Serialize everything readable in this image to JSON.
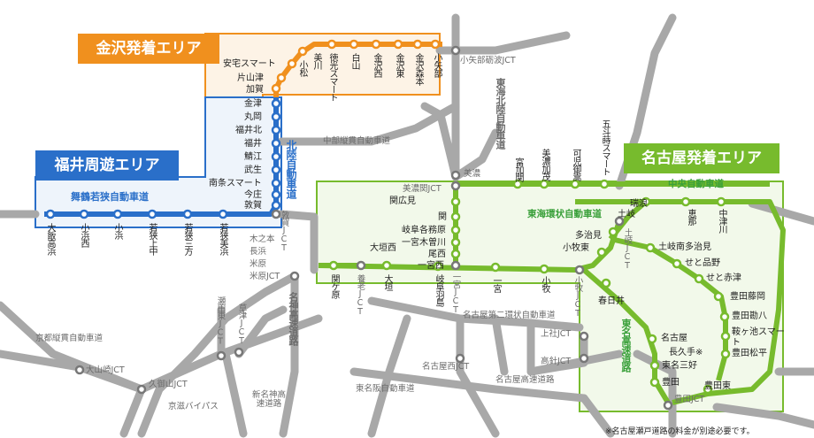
{
  "colors": {
    "orange": "#f0901e",
    "blue": "#2a6fc9",
    "green": "#77bb2d",
    "gray": "#9b9b9b",
    "orange_bg": "#fdf3e6",
    "blue_bg": "#eef4fb",
    "green_bg": "#f2f9ea"
  },
  "areas": {
    "kanazawa": "金沢発着エリア",
    "fukui": "福井周遊エリア",
    "nagoya": "名古屋発着エリア"
  },
  "roads": {
    "maizuru": "舞鶴若狭自動車道",
    "hokuriku": "北陸自動車道",
    "chubu_jukan": "中部縦貫自動車道",
    "tokai_hokuriku": "東海北陸自動車道",
    "tokai_kanjo": "東海環状自動車道",
    "chuo": "中央自動車道",
    "meishin": "名神高速道路",
    "tomei": "東名高速道路",
    "meinikan": "名古屋第二環状自動車道",
    "tomeihan": "東名阪自動車道",
    "nagoya_kosoku": "名古屋高速道路",
    "kyoto_jukan": "京都縦貫自動車道",
    "shinmeishin": "新名神高速道路",
    "keiryu": "京滋バイパス"
  },
  "stations": {
    "komatsu_jct": "小矢部砺波JCT",
    "oyabe": "小矢部",
    "kanazawa_morimoto": "金沢森本",
    "kanazawa_higashi": "金沢東",
    "kanazawa_nishi": "金沢西",
    "hakusan": "白山",
    "tokumitsu": "徳光スマート",
    "mikawa": "美川",
    "komatsu": "小松",
    "ankyo": "安宅スマート",
    "katayamazu": "片山津",
    "kaga": "加賀",
    "kanazu": "金津",
    "maruoka": "丸岡",
    "fukui_kita": "福井北",
    "fukui": "福井",
    "sabae": "鯖江",
    "takefu": "武生",
    "nanjo": "南条スマート",
    "imajo": "今庄",
    "tsuruga": "敦賀",
    "tsuruga_jct": "敦賀JCT",
    "kinomoto": "木之本",
    "nagahama": "長浜",
    "maibara": "米原",
    "maibara_jct": "米原JCT",
    "wakasa_mihama": "若狭美浜",
    "wakasa_mikata": "若狭三方",
    "wakasa_kaminaka": "若狭上中",
    "obama": "小浜",
    "obama_nishi": "小浜西",
    "oi_takahama": "大飯高浜",
    "mino": "美濃",
    "minoseki_jct": "美濃関JCT",
    "sekihiromi": "関広見",
    "seki": "関",
    "gifu_kakamigahara": "岐阜各務原",
    "ichinomiya_kisogawa": "一宮木曽川",
    "bisai": "尾西",
    "ichinomiya_nishi": "一宮西",
    "ichinomiya_jct": "一宮JCT",
    "ogaki_nishi": "大垣西",
    "sekigahara": "関ケ原",
    "yoro_jct": "養老JCT",
    "ogaki": "大垣",
    "gifu_hashima": "岐阜羽島",
    "ichinomiya": "一宮",
    "komaki": "小牧",
    "komaki_jct": "小牧JCT",
    "komaki_higashi": "小牧東",
    "tajimi": "多治見",
    "toki_jct": "土岐JCT",
    "toki": "土岐",
    "kasugai": "春日井",
    "tomika": "富加関",
    "mino_kamo": "美濃加茂",
    "kani_mitake": "可児御嵩",
    "gotomi": "五斗蒔スマート",
    "mizunami": "瑞浪",
    "ena": "恵那",
    "nakatsugawa": "中津川",
    "toki_minami_tajimi": "土岐南多治見",
    "seto_shinagawa": "せと品野",
    "seto_akazu": "せと赤津",
    "toyota_fujioka": "豊田藤岡",
    "toyota_kanpachi": "豊田勘八",
    "hobike": "鞍ヶ池スマート",
    "toyota_matsudaira": "豊田松平",
    "nagoya": "名古屋",
    "nagakute": "長久手※",
    "tomei_miyoshi": "東名三好",
    "toyota": "豊田",
    "toyota_higashi": "豊田東",
    "toyota_jct": "豊田JCT",
    "kamiyashiro_jct": "上社JCT",
    "takabari_jct": "高針JCT",
    "nagoya_nishi_jct": "名古屋西JCT",
    "seta_higashi_jct": "瀬田東JCT",
    "kusatsu_jct": "草津JCT",
    "oyamazaki_jct": "大山崎JCT",
    "kumiyama_jct": "久御山JCT"
  },
  "note": "※名古屋瀬戸道路の料金が別途必要です。"
}
